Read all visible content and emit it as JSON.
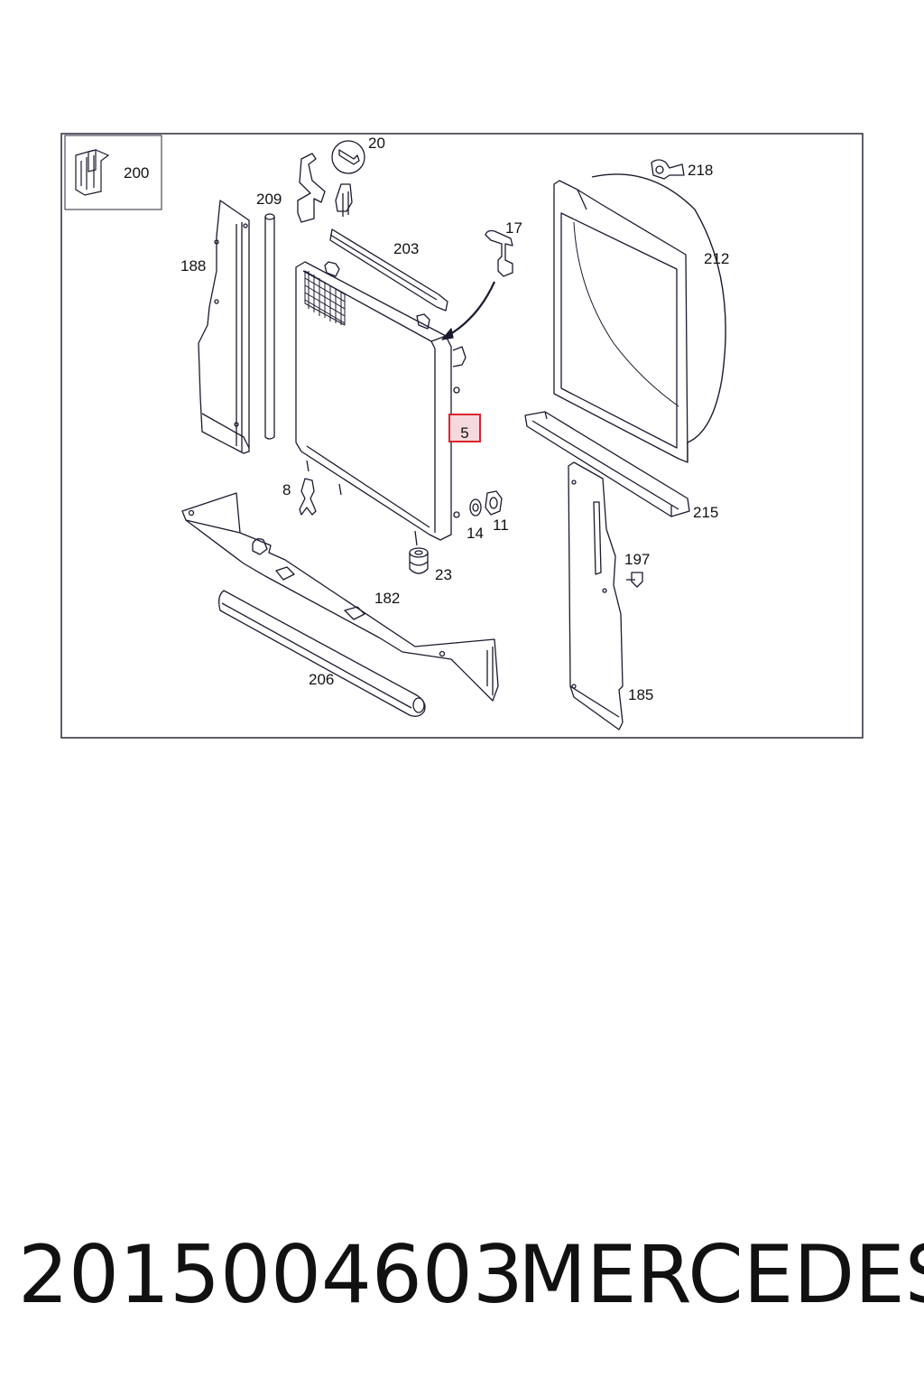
{
  "diagram": {
    "inset_label": "200",
    "highlighted_part": "5",
    "callouts": {
      "p20": "20",
      "p209": "209",
      "p188": "188",
      "p203": "203",
      "p17": "17",
      "p218": "218",
      "p212": "212",
      "p8": "8",
      "p14": "14",
      "p11": "11",
      "p23": "23",
      "p215": "215",
      "p197": "197",
      "p182": "182",
      "p206": "206",
      "p185": "185"
    }
  },
  "footer": {
    "part_number": "2015004603",
    "brand": "MERCEDES"
  },
  "colors": {
    "line": "#1a1a2e",
    "frame": "#2a2a3a",
    "highlight": "#d9262c",
    "highlight_fill": "#f6d9dc"
  }
}
